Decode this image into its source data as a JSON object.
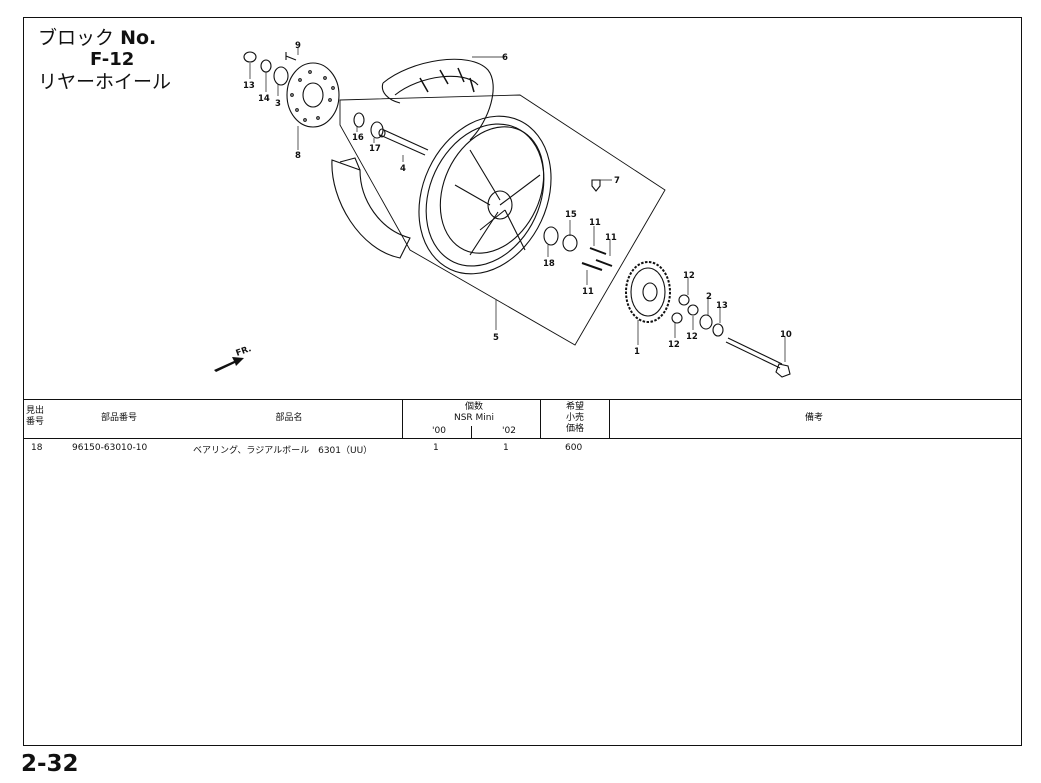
{
  "header": {
    "block_label": "ブロック",
    "block_no": "No.",
    "block_code": "F-12",
    "block_name": "リヤーホイール"
  },
  "diagram": {
    "callouts": [
      "1",
      "2",
      "3",
      "4",
      "5",
      "6",
      "7",
      "8",
      "9",
      "10",
      "11",
      "11",
      "11",
      "12",
      "12",
      "12",
      "13",
      "13",
      "14",
      "15",
      "16",
      "17",
      "18"
    ],
    "direction_label": "FR."
  },
  "table": {
    "headers": {
      "ref_no": "見出\n番号",
      "part_no": "部品番号",
      "part_name": "部品名",
      "qty": "個数",
      "model": "NSR Mini",
      "year_a": "'00",
      "year_b": "'02",
      "price": "希望\n小売\n価格",
      "remarks": "備考"
    },
    "rows": [
      {
        "ref": "18",
        "part_no": "96150-63010-10",
        "name": "ベアリング、ラジアルボール　6301（UU）",
        "qty_a": "1",
        "qty_b": "1",
        "price": "600",
        "remarks": ""
      }
    ]
  },
  "page": {
    "number": "2-32"
  }
}
